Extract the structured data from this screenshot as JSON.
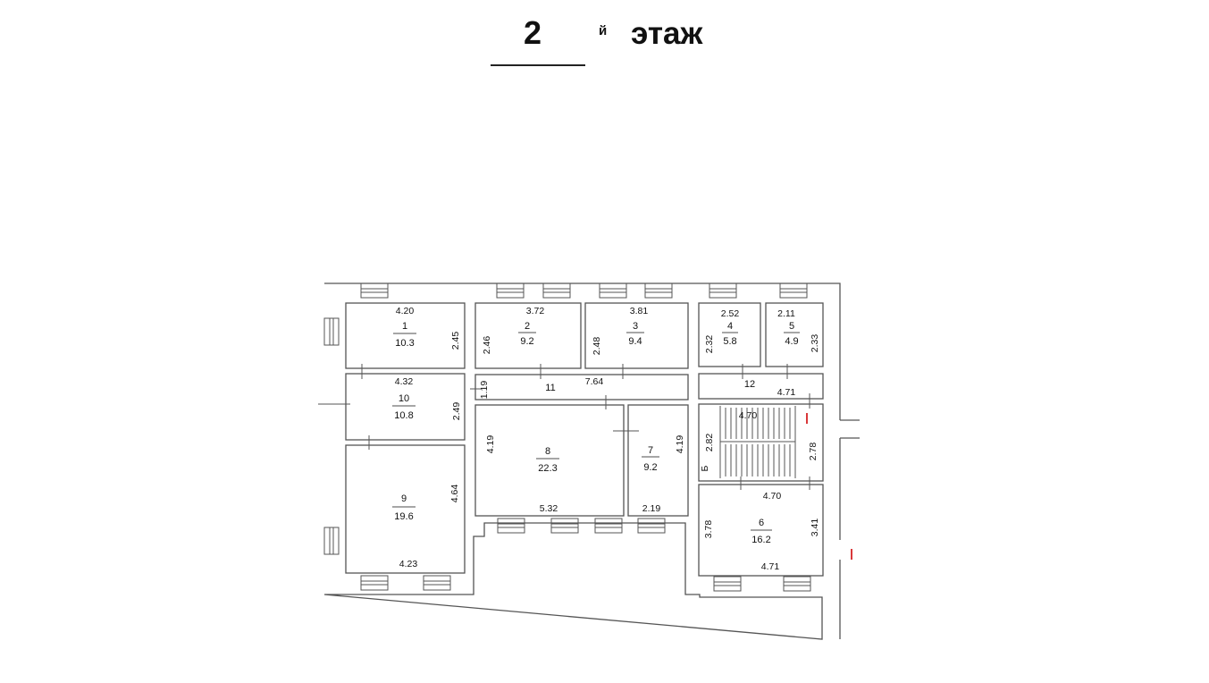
{
  "title": {
    "number": "2",
    "superscript": "й",
    "word": "этаж"
  },
  "rooms": [
    {
      "id": "room-1",
      "number": "1",
      "area": "10.3"
    },
    {
      "id": "room-2",
      "number": "2",
      "area": "9.2"
    },
    {
      "id": "room-3",
      "number": "3",
      "area": "9.4"
    },
    {
      "id": "room-4",
      "number": "4",
      "area": "5.8"
    },
    {
      "id": "room-5",
      "number": "5",
      "area": "4.9"
    },
    {
      "id": "room-6",
      "number": "6",
      "area": "16.2"
    },
    {
      "id": "room-7",
      "number": "7",
      "area": "9.2"
    },
    {
      "id": "room-8",
      "number": "8",
      "area": "22.3"
    },
    {
      "id": "room-9",
      "number": "9",
      "area": "19.6"
    },
    {
      "id": "room-10",
      "number": "10",
      "area": "10.8"
    },
    {
      "id": "room-11",
      "number": "11"
    },
    {
      "id": "room-12",
      "number": "12"
    }
  ],
  "dimensions": {
    "r1_w": "4.20",
    "r1_h": "2.45",
    "r2_w": "3.72",
    "r2_h": "2.46",
    "r3_w": "3.81",
    "r3_h": "2.48",
    "r4_w": "2.52",
    "r4_h": "2.32",
    "r5_w": "2.11",
    "r5_h": "2.33",
    "r10_w": "4.32",
    "r10_h": "2.49",
    "r11_h": "1.19",
    "r11_w": "7.64",
    "r12_w": "4.71",
    "stair_w": "4.70",
    "stair_h_left": "2.82",
    "stair_h_right": "2.78",
    "r8_h": "4.19",
    "r8_w": "5.32",
    "r7_h": "4.19",
    "r7_w": "2.19",
    "r9_h": "4.64",
    "r9_w": "4.23",
    "r6_w_top": "4.70",
    "r6_h_left": "3.78",
    "r6_h_right": "3.41",
    "r6_w_bottom": "4.71"
  },
  "stair_mark": "Б",
  "colors": {
    "wall": "#555555",
    "accent": "#d9383a"
  }
}
